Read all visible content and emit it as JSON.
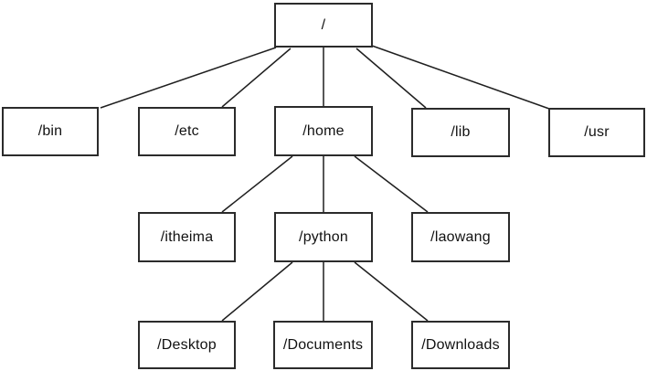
{
  "diagram": {
    "type": "tree",
    "description_colors": {
      "box_border": "#2b2b2b",
      "line": "#1f1f1f",
      "text": "#111111",
      "background": "#ffffff"
    },
    "tree": {
      "label": "/",
      "children": [
        {
          "label": "/bin",
          "children": []
        },
        {
          "label": "/etc",
          "children": []
        },
        {
          "label": "/home",
          "children": [
            {
              "label": "/itheima",
              "children": []
            },
            {
              "label": "/python",
              "children": [
                {
                  "label": "/Desktop",
                  "children": []
                },
                {
                  "label": "/Documents",
                  "children": []
                },
                {
                  "label": "/Downloads",
                  "children": []
                }
              ]
            },
            {
              "label": "/laowang",
              "children": []
            }
          ]
        },
        {
          "label": "/lib",
          "children": []
        },
        {
          "label": "/usr",
          "children": []
        }
      ]
    }
  }
}
